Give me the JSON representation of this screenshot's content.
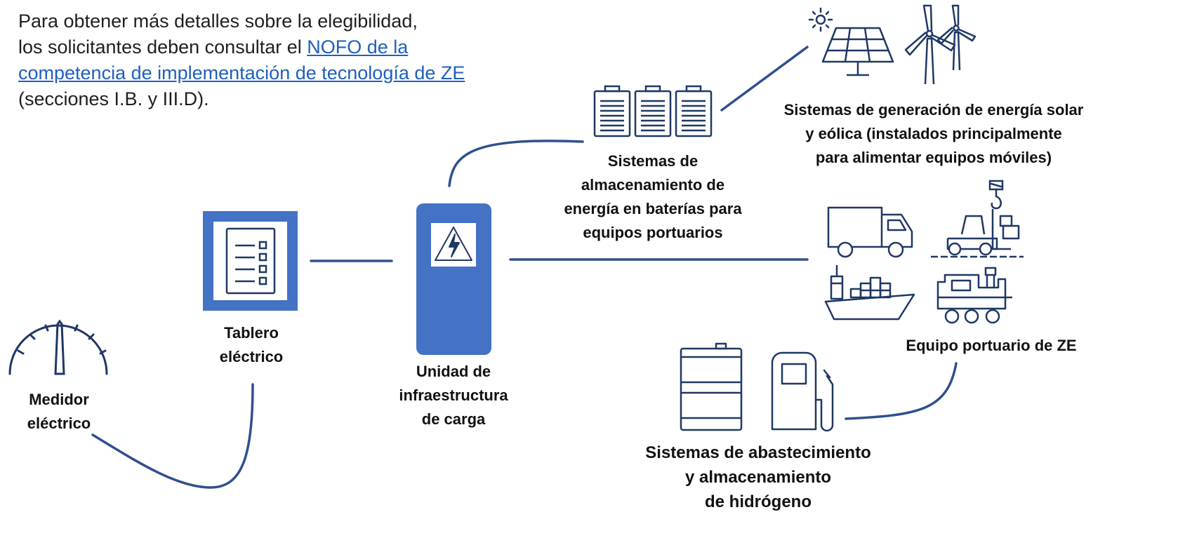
{
  "intro": {
    "line1": "Para obtener más detalles sobre la elegibilidad,",
    "line2_prefix": "los solicitantes deben consultar el ",
    "link_part1": "NOFO de la",
    "link_part2": "competencia de implementación de tecnología de ZE",
    "line4": "(secciones I.B. y III.D)."
  },
  "nodes": {
    "meter": [
      "Medidor",
      "eléctrico"
    ],
    "panel": [
      "Tablero",
      "eléctrico"
    ],
    "charging": [
      "Unidad de",
      "infraestructura",
      "de carga"
    ],
    "battery": [
      "Sistemas de",
      "almacenamiento de",
      "energía en baterías para",
      "equipos portuarios"
    ],
    "renewable": [
      "Sistemas de generación de energía solar",
      "y eólica (instalados principalmente",
      "para alimentar equipos móviles)"
    ],
    "equipment": [
      "Equipo portuario de ZE"
    ],
    "hydrogen": [
      "Sistemas de abastecimiento",
      "y almacenamiento",
      "de hidrógeno"
    ]
  },
  "colors": {
    "line": "#2f4f8f",
    "icon": "#1f3864",
    "accent": "#4472c4",
    "link": "#1f5fbf"
  },
  "icons": [
    "meter-gauge-icon",
    "electrical-panel-icon",
    "charging-unit-icon",
    "high-voltage-icon",
    "battery-icon",
    "solar-panel-icon",
    "sun-icon",
    "wind-turbine-icon",
    "truck-icon",
    "forklift-icon",
    "crane-hook-icon",
    "ship-icon",
    "locomotive-icon",
    "fuel-drum-icon",
    "fuel-pump-icon"
  ]
}
